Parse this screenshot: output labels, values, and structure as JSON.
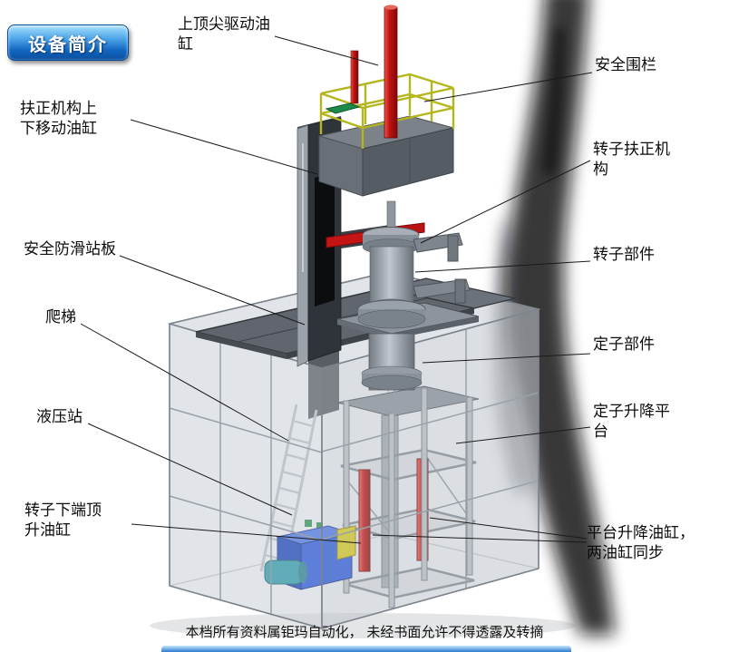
{
  "badge": {
    "label": "设备简介"
  },
  "labels": [
    {
      "id": "top-tip-drive-cylinder",
      "text": "上顶尖驱动油\n缸"
    },
    {
      "id": "safety-fence",
      "text": "安全围栏"
    },
    {
      "id": "centering-mech-lift-cylinder",
      "text": "扶正机构上\n下移动油缸"
    },
    {
      "id": "rotor-centering-mech",
      "text": "转子扶正机\n构"
    },
    {
      "id": "anti-slip-platform",
      "text": "安全防滑站板"
    },
    {
      "id": "rotor-part",
      "text": "转子部件"
    },
    {
      "id": "ladder",
      "text": "爬梯"
    },
    {
      "id": "stator-part",
      "text": "定子部件"
    },
    {
      "id": "hydraulic-station",
      "text": "液压站"
    },
    {
      "id": "stator-lift-platform",
      "text": "定子升降平\n台"
    },
    {
      "id": "rotor-bottom-jack-cylinder",
      "text": "转子下端顶\n升油缸"
    },
    {
      "id": "platform-lift-cylinders",
      "text": "平台升降油缸，\n两油缸同步"
    }
  ],
  "footer": {
    "text": "本档所有资料属钜玛自动化， 未经书面允许不得透露及转摘"
  },
  "colors": {
    "badge_blue": "#1266c0",
    "cylinder_red": "#c41414",
    "railing_yellow": "#b5b51e",
    "hydraulic_blue": "#2a58d4",
    "step_green": "#1e8a4a"
  }
}
